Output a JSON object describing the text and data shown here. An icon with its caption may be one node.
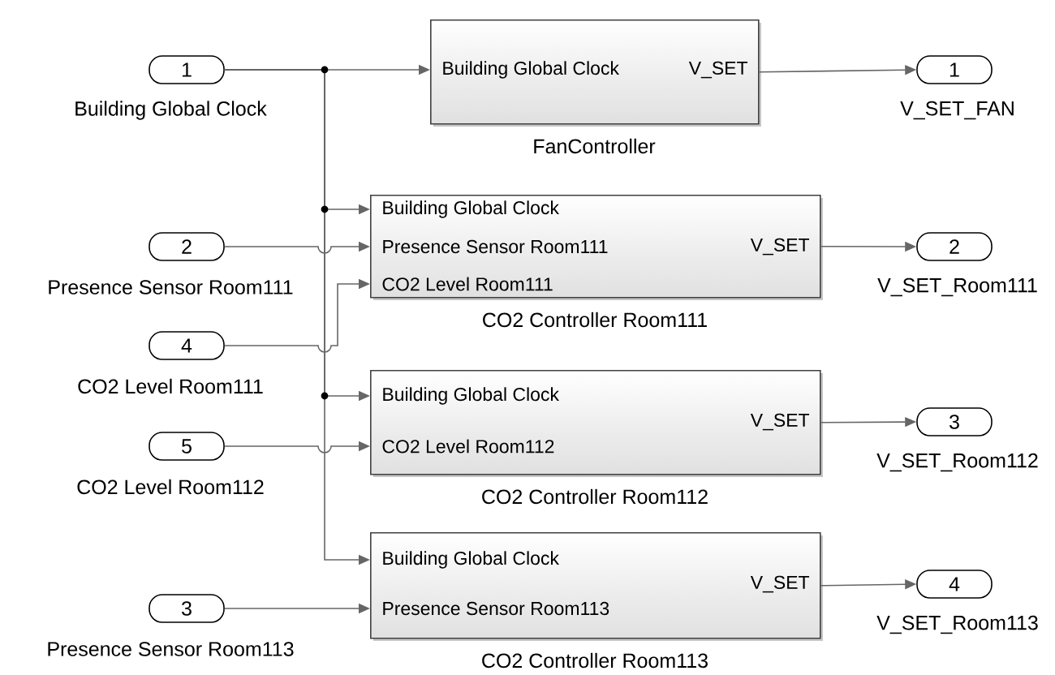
{
  "diagram": {
    "nodes": [
      {
        "text": [
          "1"
        ],
        "beside": [
          "Building Global Clock"
        ]
      },
      {
        "text": [
          "2"
        ],
        "beside": [
          "Presence Sensor Room111"
        ]
      },
      {
        "text": [
          "4"
        ],
        "beside": [
          "CO2 Level Room111"
        ]
      },
      {
        "text": [
          "5"
        ],
        "beside": [
          "CO2 Level Room112"
        ]
      },
      {
        "text": [
          "3"
        ],
        "beside": [
          "Presence Sensor Room113"
        ]
      },
      {
        "text": [
          "Building Global Clock",
          "V_SET"
        ],
        "beside": [
          "FanController"
        ]
      },
      {
        "text": [
          "Building Global Clock",
          "Presence Sensor Room111",
          "CO2 Level Room111",
          "V_SET"
        ],
        "beside": [
          "CO2 Controller Room111"
        ]
      },
      {
        "text": [
          "Building Global Clock",
          "CO2 Level Room112",
          "V_SET"
        ],
        "beside": [
          "CO2 Controller Room112"
        ]
      },
      {
        "text": [
          "Building Global Clock",
          "Presence Sensor Room113",
          "V_SET"
        ],
        "beside": [
          "CO2 Controller Room113"
        ]
      },
      {
        "text": [
          "1"
        ],
        "beside": [
          "V_SET_FAN"
        ]
      },
      {
        "text": [
          "2"
        ],
        "beside": [
          "V_SET_Room111"
        ]
      },
      {
        "text": [
          "3"
        ],
        "beside": [
          "V_SET_Room112"
        ]
      },
      {
        "text": [
          "4"
        ],
        "beside": [
          "V_SET_Room113"
        ]
      }
    ],
    "edges": [
      {
        "from": 0,
        "to": 5,
        "arrow": "to"
      },
      {
        "from": 0,
        "to": 6,
        "arrow": "to"
      },
      {
        "from": 0,
        "to": 7,
        "arrow": "to"
      },
      {
        "from": 0,
        "to": 8,
        "arrow": "to"
      },
      {
        "from": 1,
        "to": 6,
        "arrow": "to"
      },
      {
        "from": 2,
        "to": 6,
        "arrow": "to"
      },
      {
        "from": 3,
        "to": 7,
        "arrow": "to"
      },
      {
        "from": 4,
        "to": 8,
        "arrow": "to"
      },
      {
        "from": 5,
        "to": 9,
        "arrow": "to"
      },
      {
        "from": 6,
        "to": 10,
        "arrow": "to"
      },
      {
        "from": 7,
        "to": 11,
        "arrow": "to"
      },
      {
        "from": 8,
        "to": 12,
        "arrow": "to"
      }
    ]
  }
}
